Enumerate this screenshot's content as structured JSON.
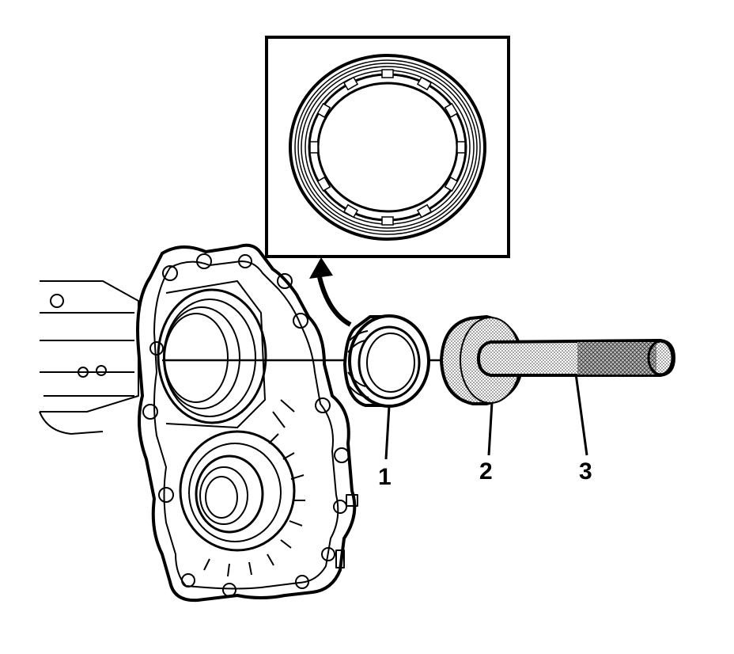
{
  "diagram": {
    "colors": {
      "ink": "#000000",
      "paper": "#ffffff",
      "tool_shade": "#b8b8b8",
      "knurl": "#8a8a8a"
    },
    "inset": {
      "subject": "seal-detail-view"
    },
    "callouts": [
      {
        "id": "seal",
        "label": "1"
      },
      {
        "id": "installer",
        "label": "2"
      },
      {
        "id": "handle",
        "label": "3"
      }
    ]
  }
}
